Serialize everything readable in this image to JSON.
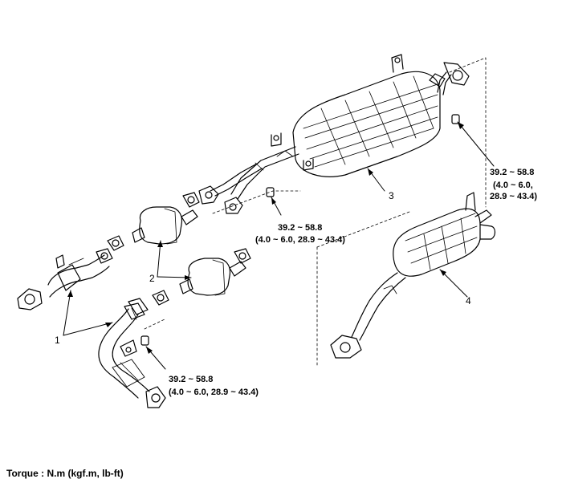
{
  "torque_labels": [
    {
      "value": "39.2 ~ 58.8",
      "detail": "(4.0 ~ 6.0, 28.9 ~ 43.4)"
    },
    {
      "value": "39.2 ~ 58.8",
      "detail": "(4.0 ~ 6.0, 28.9 ~ 43.4)"
    },
    {
      "value": "39.2 ~ 58.8",
      "detail_line1": "(4.0 ~ 6.0,",
      "detail_line2": "28.9 ~ 43.4)"
    }
  ],
  "callouts": [
    "1",
    "2",
    "3",
    "4"
  ],
  "caption": "Torque : N.m (kgf.m, lb-ft)"
}
